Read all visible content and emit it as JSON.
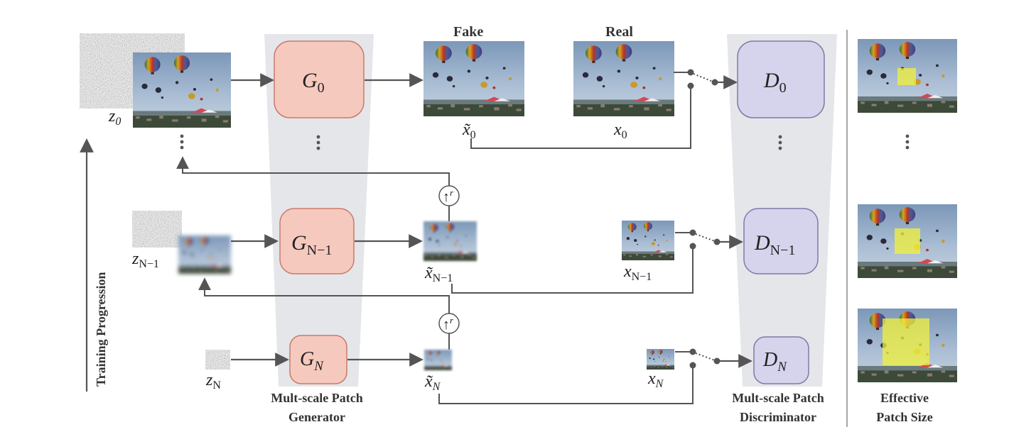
{
  "labels": {
    "fake": "Fake",
    "real": "Real",
    "training_progression": "Training Progression",
    "generator_caption_1": "Mult-scale Patch",
    "generator_caption_2": "Generator",
    "discriminator_caption_1": "Mult-scale Patch",
    "discriminator_caption_2": "Discriminator",
    "patch_caption_1": "Effective",
    "patch_caption_2": "Patch Size",
    "upsample_symbol": "↑",
    "upsample_power": "r"
  },
  "generators": [
    {
      "base": "G",
      "sub": "0"
    },
    {
      "base": "G",
      "sub": "N−1"
    },
    {
      "base": "G",
      "sub": "N"
    }
  ],
  "discriminators": [
    {
      "base": "D",
      "sub": "0"
    },
    {
      "base": "D",
      "sub": "N−1"
    },
    {
      "base": "D",
      "sub": "N"
    }
  ],
  "noise": [
    {
      "base": "z",
      "sub": "0"
    },
    {
      "base": "z",
      "sub": "N−1"
    },
    {
      "base": "z",
      "sub": "N"
    }
  ],
  "fakes": [
    {
      "base": "x̃",
      "sub": "0"
    },
    {
      "base": "x̃",
      "sub": "N−1"
    },
    {
      "base": "x̃",
      "sub": "N"
    }
  ],
  "reals": [
    {
      "base": "x",
      "sub": "0"
    },
    {
      "base": "x",
      "sub": "N−1"
    },
    {
      "base": "x",
      "sub": "N"
    }
  ],
  "colors": {
    "generator_fill": "#f6c9bf",
    "generator_stroke": "#c97a6a",
    "discriminator_fill": "#d6d3ec",
    "discriminator_stroke": "#7e7aa8",
    "funnel": "#e5e6e9",
    "arrow": "#555555",
    "patch_highlight": "#f2f23a"
  }
}
